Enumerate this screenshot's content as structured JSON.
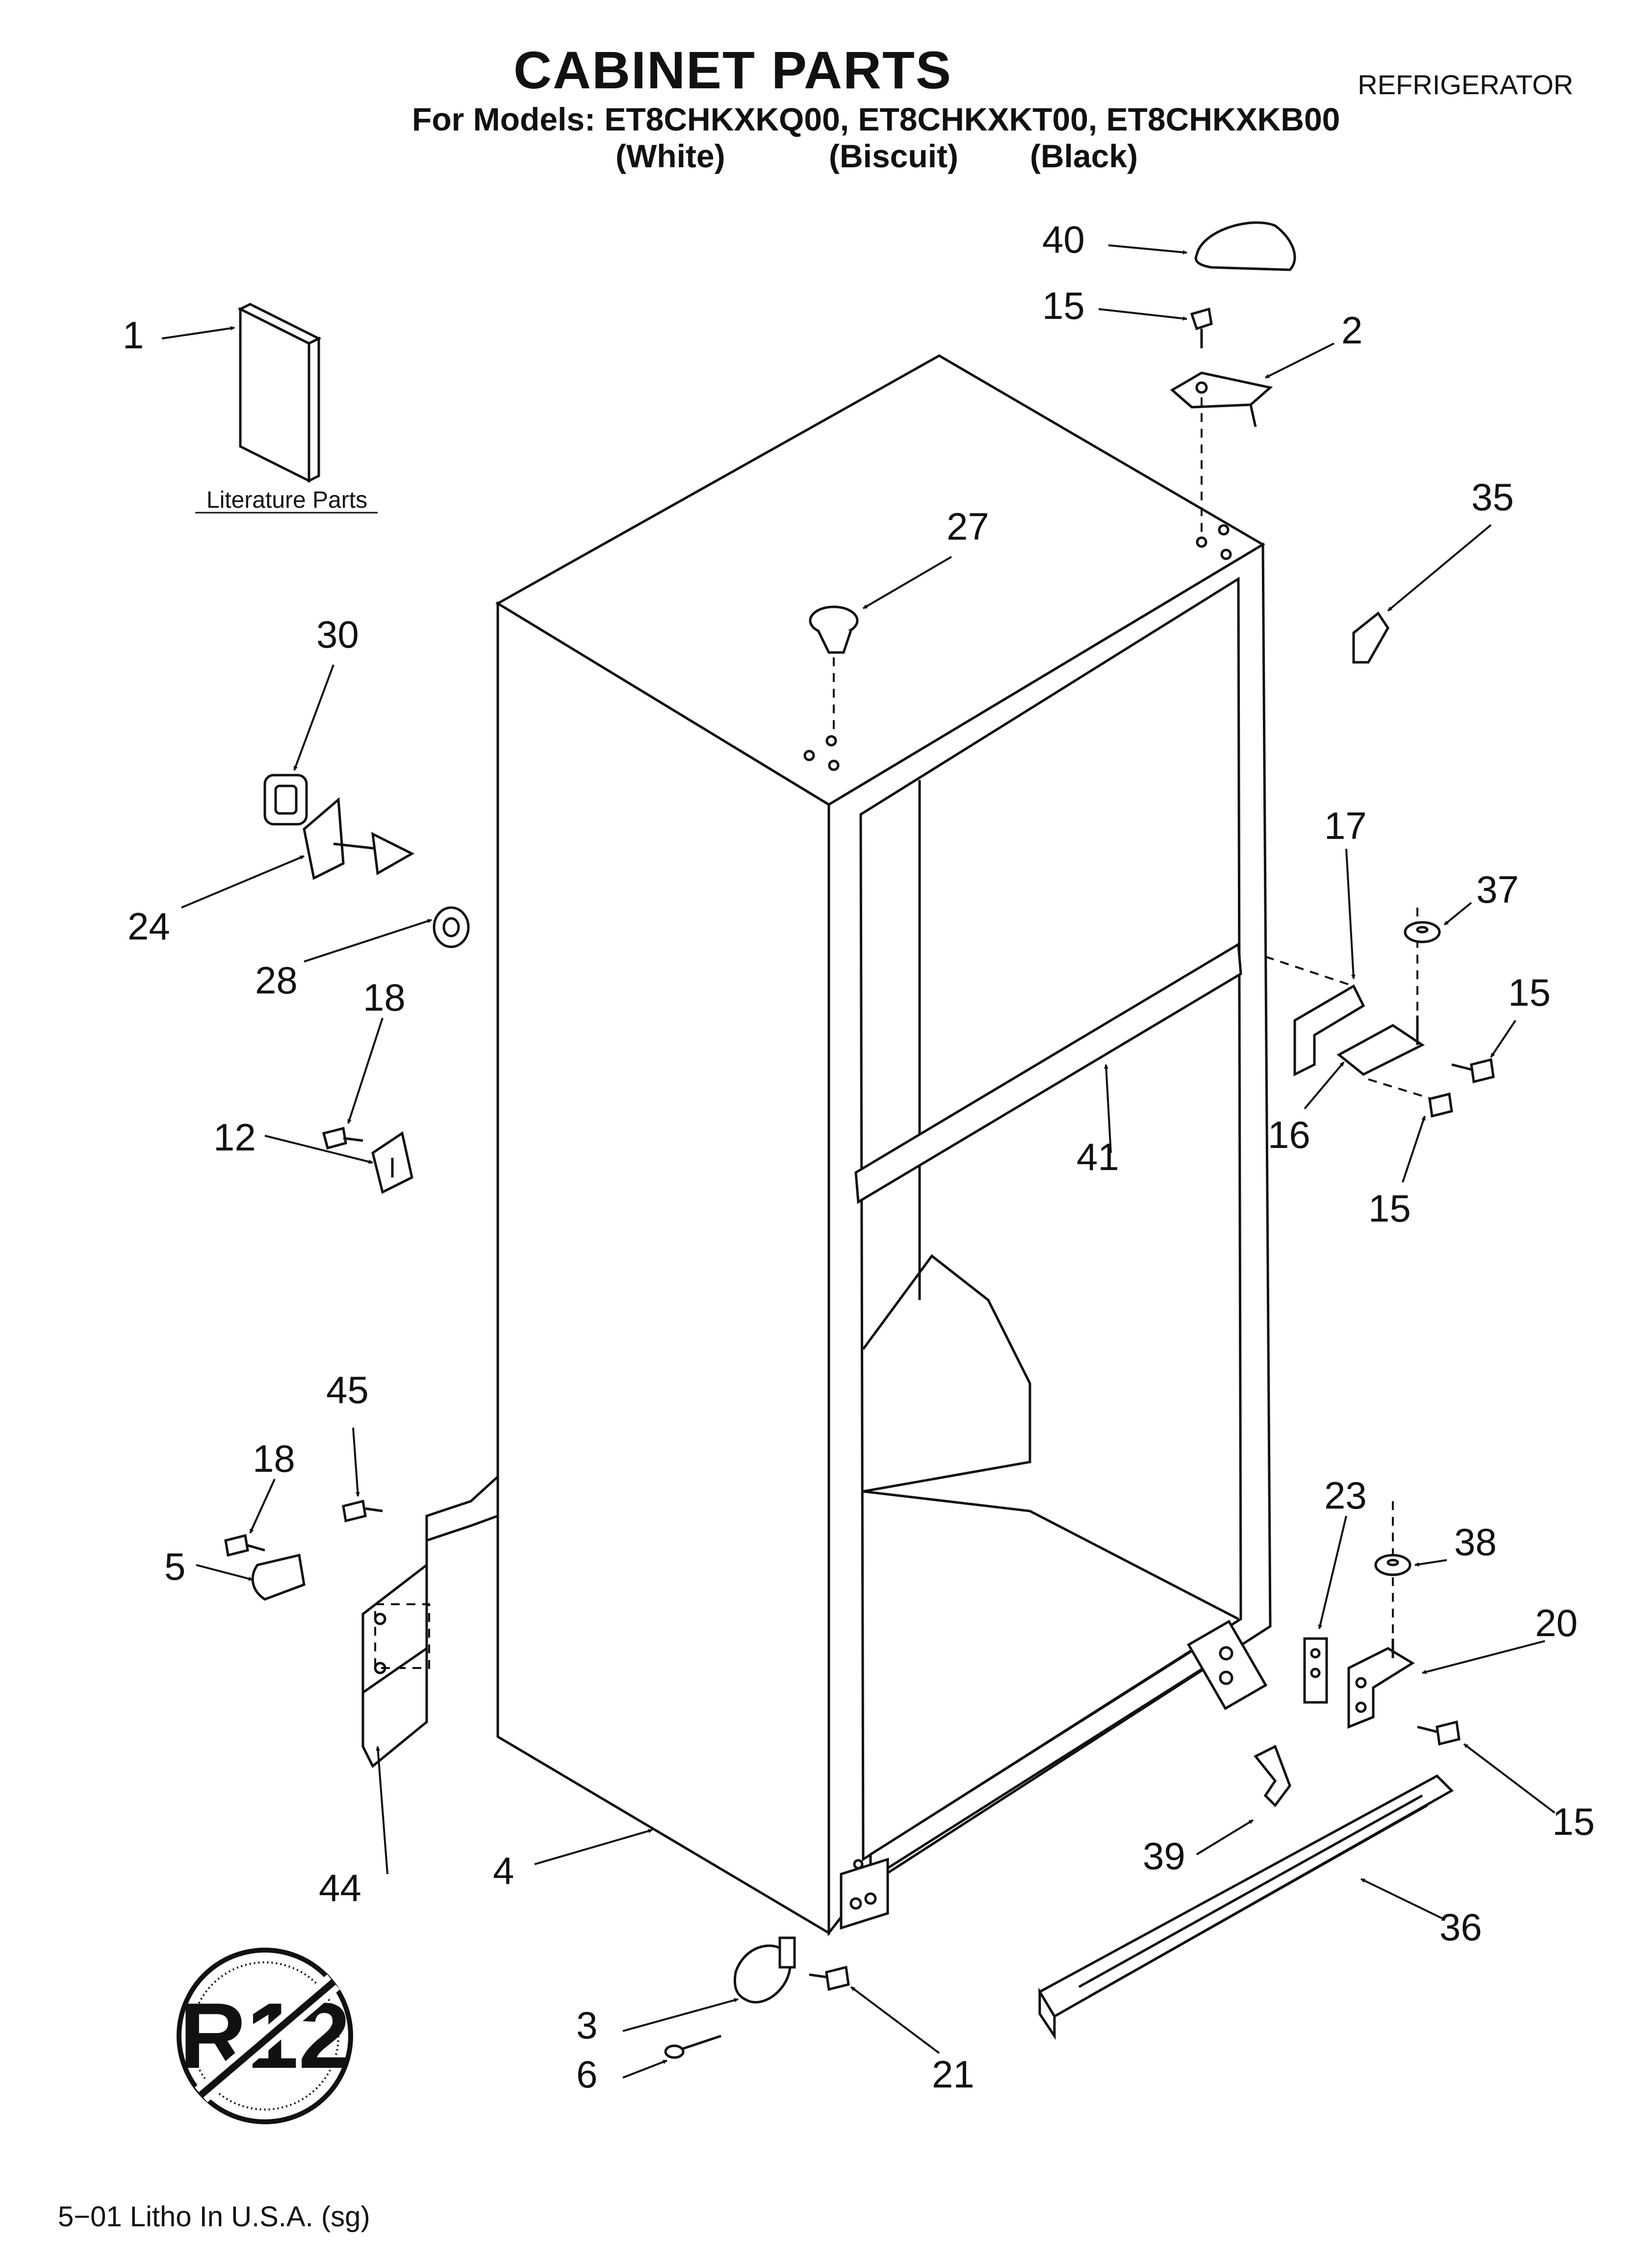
{
  "header": {
    "title": "CABINET PARTS",
    "doc_type": "REFRIGERATOR",
    "models_line": "For Models: ET8CHKXKQ00, ET8CHKXKT00, ET8CHKXKB00",
    "colors": [
      "(White)",
      "(Biscuit)",
      "(Black)"
    ]
  },
  "literature_label": "Literature Parts",
  "callouts": [
    "1",
    "2",
    "3",
    "4",
    "5",
    "6",
    "12",
    "15",
    "16",
    "17",
    "18",
    "20",
    "21",
    "23",
    "24",
    "27",
    "28",
    "30",
    "35",
    "36",
    "37",
    "38",
    "39",
    "40",
    "41",
    "44",
    "45"
  ],
  "footer": "5−01 Litho In U.S.A. (sg)",
  "badge": {
    "text": "R12",
    "meaning": "no-R12"
  }
}
